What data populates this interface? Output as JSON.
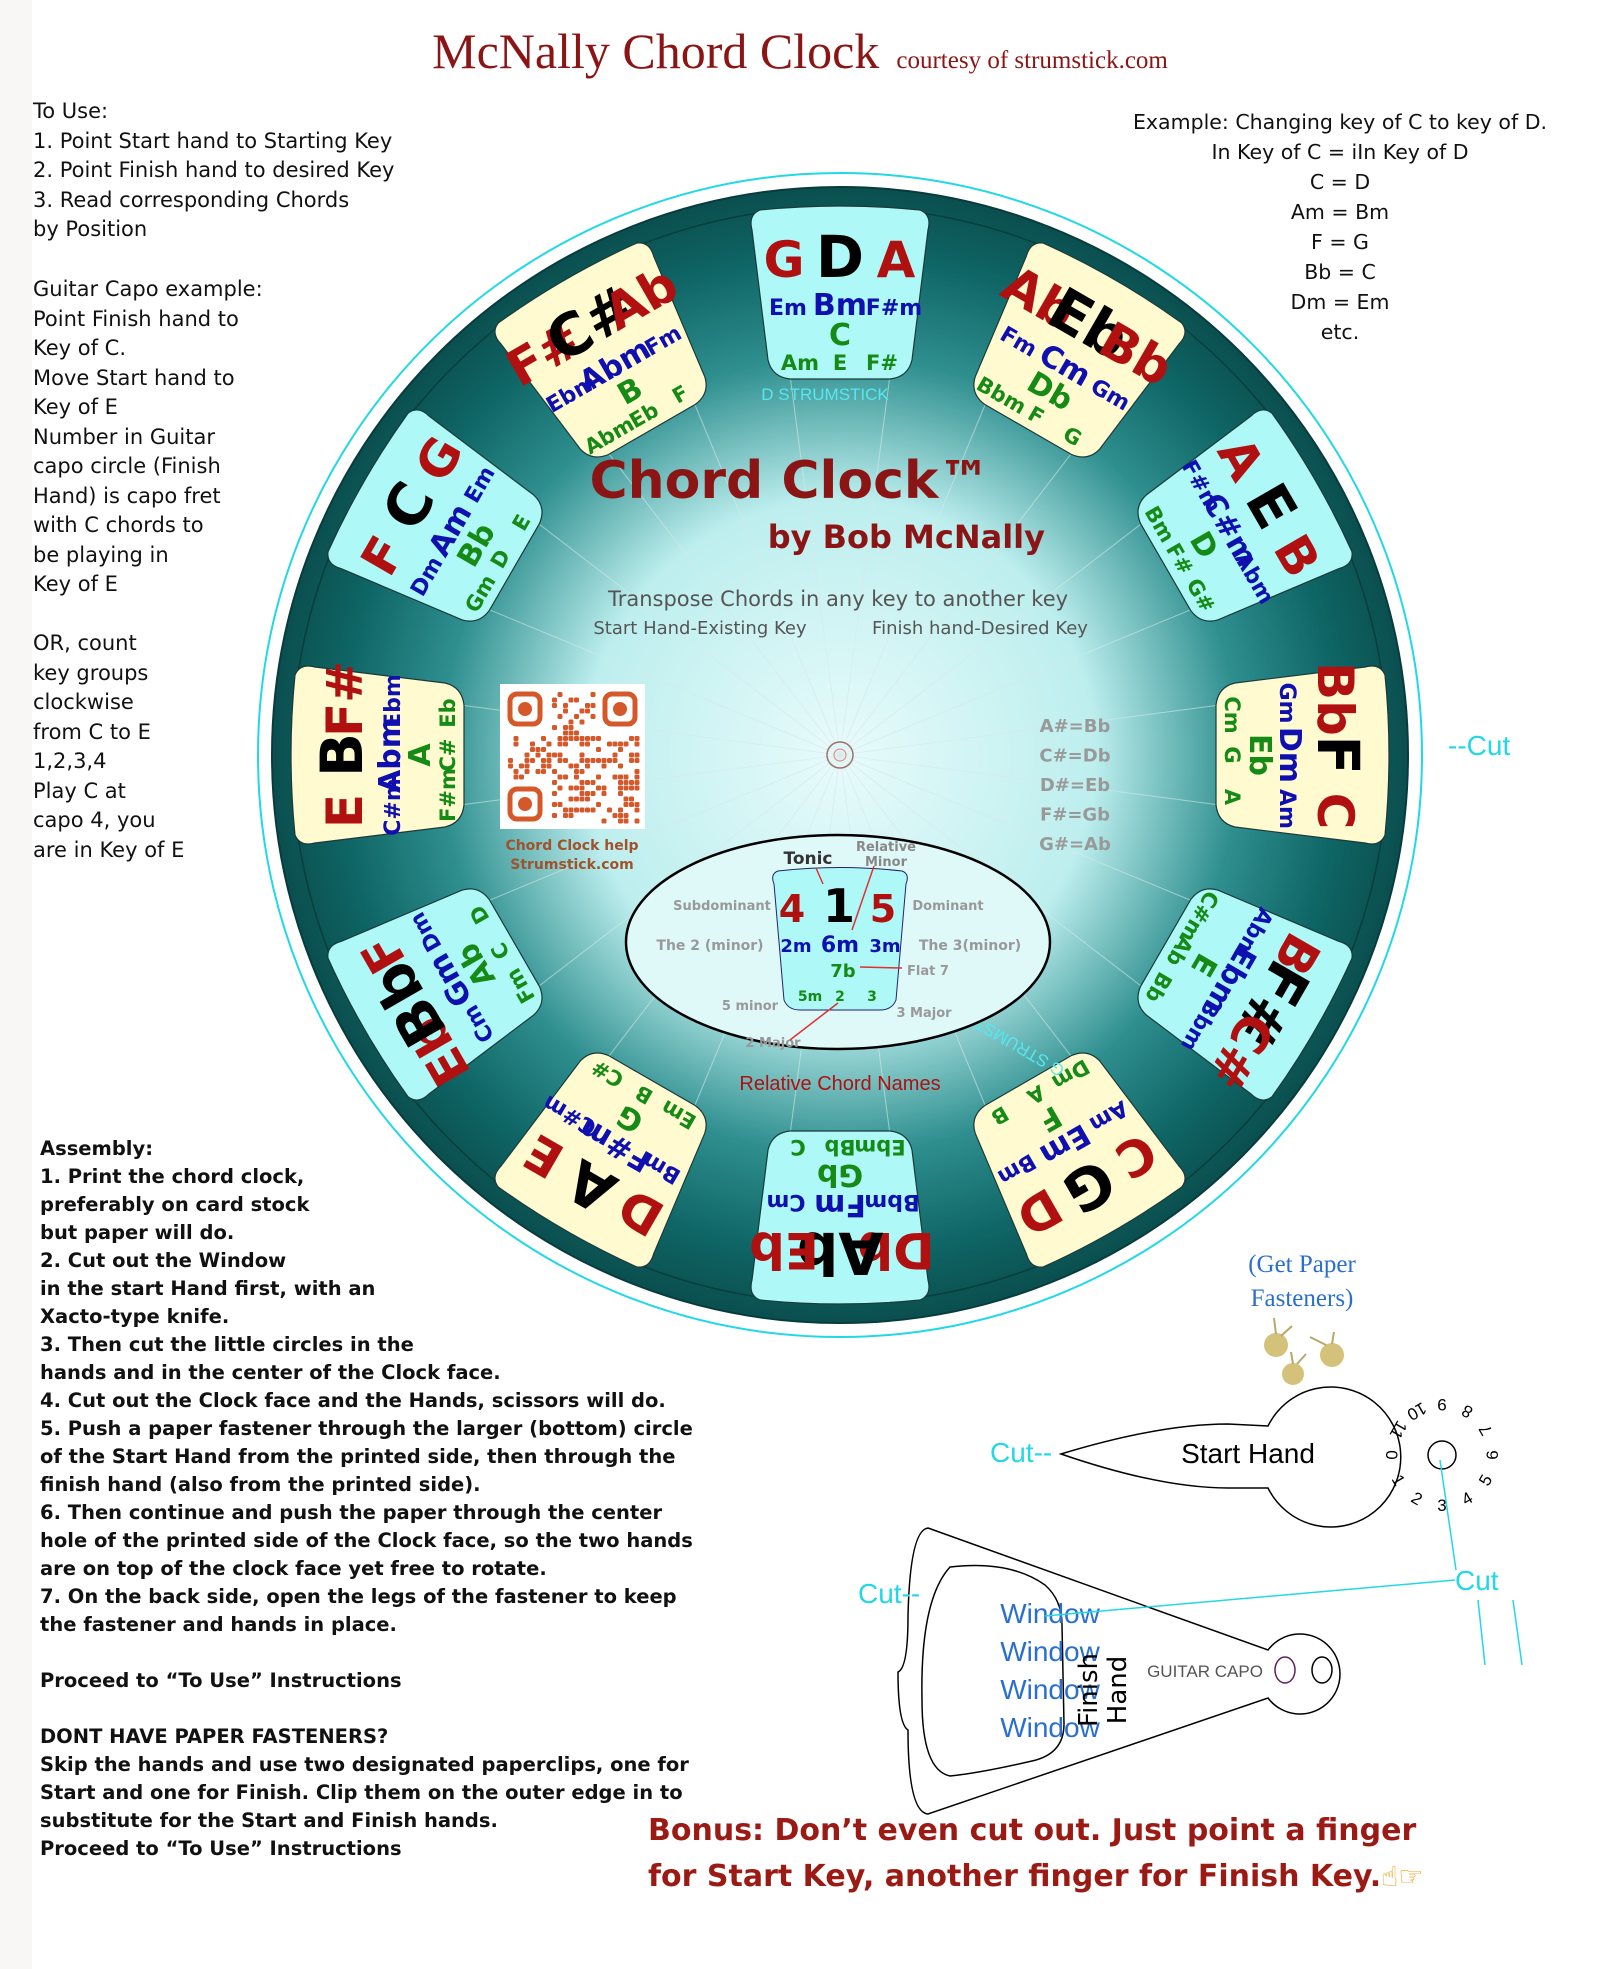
{
  "header": {
    "title": "McNally Chord Clock",
    "courtesy": "courtesy of strumstick.com"
  },
  "to_use": {
    "text": "To Use:\n1. Point Start hand to Starting Key\n2. Point Finish hand to desired Key\n3. Read corresponding Chords\nby Position"
  },
  "capo_example": {
    "text": "Guitar Capo example:\nPoint Finish hand to\nKey of C.\nMove Start hand to\nKey of E\nNumber in Guitar\ncapo circle (Finish\nHand) is capo fret\nwith C chords to\nbe playing in\nKey of E\n\nOR, count\nkey groups\nclockwise\nfrom C to E\n1,2,3,4\nPlay C at\ncapo 4, you\nare in Key of E"
  },
  "example": {
    "text": "Example: Changing key of C to key of D.\nIn Key of C = iIn Key of D\nC = D\nAm = Bm\nF = G\nBb = C\nDm = Em\netc."
  },
  "clock": {
    "title": "Chord Clock™",
    "author": "by Bob McNally",
    "subtitle": "Transpose Chords in any key to another key",
    "start_hint": "Start Hand-Existing Key",
    "finish_hint": "Finish hand-Desired Key",
    "strumstick_d": "D STRUMSTICK",
    "strumstick_g": "G STRUMSTICK",
    "qr_caption_1": "Chord Clock help",
    "qr_caption_2": "Strumstick.com",
    "enharmonics": [
      "A#=Bb",
      "C#=Db",
      "D#=Eb",
      "F#=Gb",
      "G#=Ab"
    ],
    "colors": {
      "ring_dark": "#0d5a5a",
      "ring_mid": "#1f8080",
      "center_light": "#e8fbfb",
      "panel_cyan": "#aef8f8",
      "panel_cream": "#fffad0",
      "major_red": "#b01010",
      "key_black": "#000000",
      "minor_blue": "#1010b0",
      "green": "#158a15",
      "cut_cyan": "#22d8e6",
      "qr_orange": "#d4582a"
    },
    "keys": [
      {
        "key": "D",
        "left": "G",
        "right": "A",
        "minors": [
          "Em",
          "Bm",
          "F#m"
        ],
        "mid": "C",
        "bottom": [
          "Am",
          "E",
          "F#"
        ]
      },
      {
        "key": "Eb",
        "left": "Ab",
        "right": "Bb",
        "minors": [
          "Fm",
          "Cm",
          "Gm"
        ],
        "mid": "Db",
        "bottom": [
          "Bbm",
          "F",
          "G"
        ]
      },
      {
        "key": "E",
        "left": "A",
        "right": "B",
        "minors": [
          "F#m",
          "C#m",
          "Abm"
        ],
        "mid": "D",
        "bottom": [
          "Bm",
          "F#",
          "G#"
        ]
      },
      {
        "key": "F",
        "left": "Bb",
        "right": "C",
        "minors": [
          "Gm",
          "Dm",
          "Am"
        ],
        "mid": "Eb",
        "bottom": [
          "Cm",
          "G",
          "A"
        ]
      },
      {
        "key": "F#",
        "left": "B",
        "right": "C#",
        "minors": [
          "Abm",
          "Ebm",
          "Bbm"
        ],
        "mid": "E",
        "bottom": [
          "C#m",
          "Ab",
          "Bb"
        ]
      },
      {
        "key": "G",
        "left": "C",
        "right": "D",
        "minors": [
          "Am",
          "Em",
          "Bm"
        ],
        "mid": "F",
        "bottom": [
          "Dm",
          "A",
          "B"
        ]
      },
      {
        "key": "Ab",
        "left": "Db",
        "right": "Eb",
        "minors": [
          "Bbm",
          "Fm",
          "Cm"
        ],
        "mid": "Gb",
        "bottom": [
          "Ebm",
          "Bb",
          "C"
        ]
      },
      {
        "key": "A",
        "left": "D",
        "right": "E",
        "minors": [
          "Bm",
          "F#m",
          "C#m"
        ],
        "mid": "G",
        "bottom": [
          "Em",
          "B",
          "C#"
        ]
      },
      {
        "key": "Bb",
        "left": "Eb",
        "right": "F",
        "minors": [
          "Cm",
          "Gm",
          "Dm"
        ],
        "mid": "Ab",
        "bottom": [
          "Fm",
          "C",
          "D"
        ]
      },
      {
        "key": "B",
        "left": "E",
        "right": "F#",
        "minors": [
          "C#m",
          "Abm",
          "Ebm"
        ],
        "mid": "A",
        "bottom": [
          "F#m",
          "C#",
          "Eb"
        ]
      },
      {
        "key": "C",
        "left": "F",
        "right": "G",
        "minors": [
          "Dm",
          "Am",
          "Em"
        ],
        "mid": "Bb",
        "bottom": [
          "Gm",
          "D",
          "E"
        ]
      },
      {
        "key": "C#",
        "left": "F#",
        "right": "Ab",
        "minors": [
          "Ebm",
          "Abm",
          "Fm"
        ],
        "mid": "B",
        "bottom": [
          "Abm",
          "Eb",
          "F"
        ]
      }
    ],
    "relative": {
      "title": "Relative Chord Names",
      "tonic": "Tonic",
      "relative_minor": "Relative Minor",
      "subdominant": "Subdominant",
      "dominant": "Dominant",
      "the2": "The 2 (minor)",
      "the3": "The 3(minor)",
      "flat7": "Flat 7",
      "five_minor": "5 minor",
      "three_major": "3 Major",
      "two_major": "2 Major",
      "degrees": {
        "four": "4",
        "one": "1",
        "five": "5",
        "two_m": "2m",
        "six_m": "6m",
        "three_m": "3m",
        "seven_b": "7b",
        "five_m": "5m",
        "two": "2",
        "three": "3"
      }
    }
  },
  "right_cut_label": "--Cut",
  "fasteners": {
    "link": "(Get Paper\nFasteners)"
  },
  "start_hand": {
    "label": "Start Hand",
    "cut": "Cut--",
    "capo_numbers": [
      "0",
      "11",
      "10",
      "9",
      "8",
      "7",
      "6",
      "5",
      "4",
      "3",
      "2",
      "1"
    ]
  },
  "finish_hand": {
    "label_1": "Finish",
    "label_2": "Hand",
    "window": [
      "Window",
      "Window",
      "Window",
      "Window"
    ],
    "guitar_capo": "GUITAR CAPO",
    "cut_left": "Cut--",
    "cut_right": "Cut"
  },
  "assembly": {
    "text": "Assembly:\n1. Print the chord clock,\npreferably on card stock\nbut paper will do.\n2. Cut out the Window\nin the start Hand first, with an\nXacto-type knife.\n3. Then cut the little circles in the\nhands and in the center of the Clock face.\n4. Cut out the Clock face and the Hands, scissors will do.\n5. Push a paper fastener through the larger (bottom) circle\nof the Start Hand from the printed side, then through the\nfinish hand (also from the printed side).\n6. Then continue and push the paper through the center\nhole of the printed side of the Clock face, so the two hands\nare on top of the clock face yet free to rotate.\n7. On the back side, open the legs of the fastener to keep\nthe fastener and hands in place.\n\nProceed to “To Use” Instructions\n\nDONT HAVE PAPER FASTENERS?\nSkip the hands and use two designated paperclips, one for\nStart and one for Finish. Clip them on the outer edge in to\nsubstitute for the Start and Finish hands.\nProceed to “To Use” Instructions"
  },
  "bonus": {
    "text": "Bonus: Don’t even cut out. Just point a finger\nfor Start Key, another finger for Finish Key.",
    "icons": "☝☞"
  }
}
